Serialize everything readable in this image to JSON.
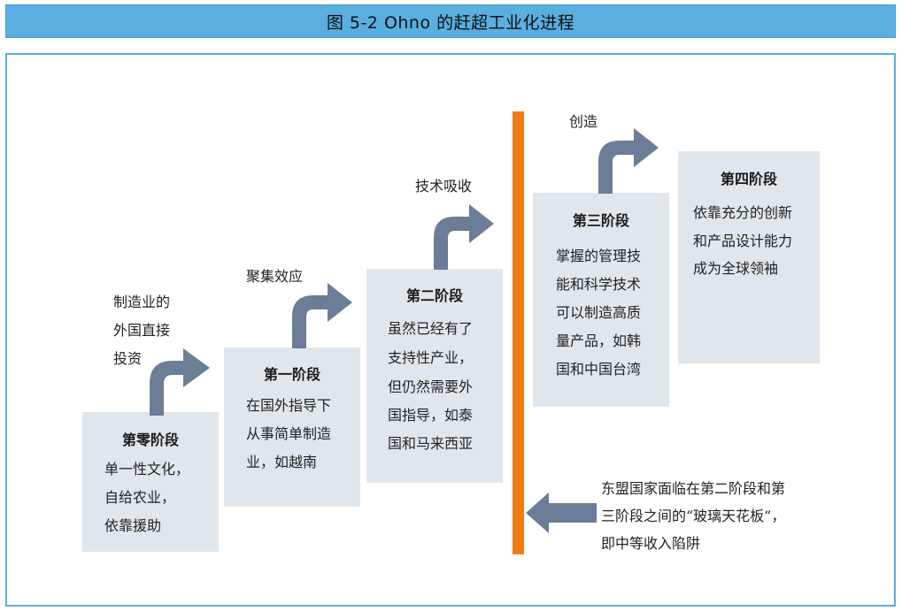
{
  "title": "图 5-2    Ohno 的赶超工业化进程",
  "colors": {
    "title_bar": "#5aaee0",
    "box_fill": "#dfe7ed",
    "arrow": "#6b7d97",
    "divider": "#ef7d16"
  },
  "stages": [
    {
      "heading": "第零阶段",
      "lines": [
        "单一性文化，",
        "自给农业，",
        "依靠援助"
      ]
    },
    {
      "heading": "第一阶段",
      "lines": [
        "在国外指导下",
        "从事简单制造",
        "业，如越南"
      ]
    },
    {
      "heading": "第二阶段",
      "lines": [
        "虽然已经有了",
        "支持性产业，",
        "但仍然需要外",
        "国指导，如泰",
        "国和马来西亚"
      ]
    },
    {
      "heading": "第三阶段",
      "lines": [
        "掌握的管理技",
        "能和科学技术",
        "可以制造高质",
        "量产品，如韩",
        "国和中国台湾"
      ]
    },
    {
      "heading": "第四阶段",
      "lines": [
        "依靠充分的创新",
        "和产品设计能力",
        "成为全球领袖"
      ]
    }
  ],
  "transitions": [
    {
      "lines": [
        "制造业的",
        "外国直接",
        "投资"
      ]
    },
    {
      "lines": [
        "聚集效应"
      ]
    },
    {
      "lines": [
        "技术吸收"
      ]
    },
    {
      "lines": [
        "创造"
      ]
    }
  ],
  "trap_note": {
    "lines": [
      "东盟国家面临在第二阶段和第",
      "三阶段之间的“玻璃天花板”，",
      "即中等收入陷阱"
    ]
  }
}
